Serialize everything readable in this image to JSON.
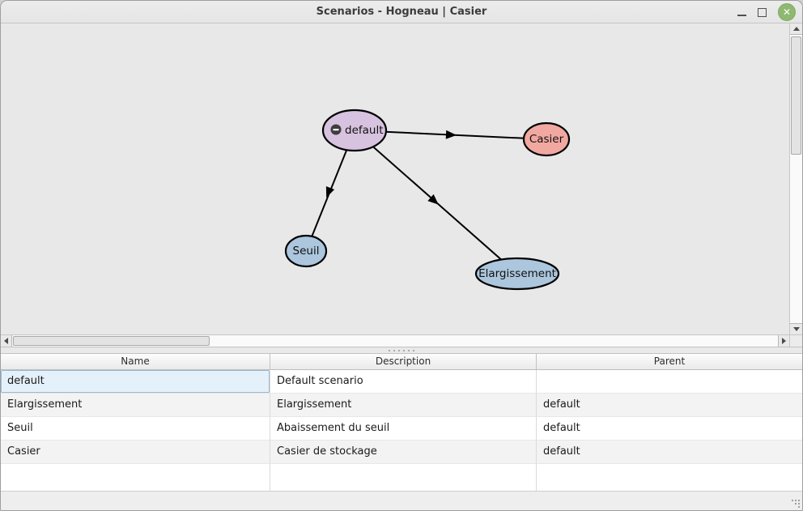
{
  "window": {
    "title": "Scenarios - Hogneau | Casier",
    "controls": {
      "minimize": "minimize",
      "maximize": "maximize",
      "close": "close"
    },
    "close_glyph": "✕",
    "close_color": "#8fb871"
  },
  "icons": {
    "minimize": "underscore-bar",
    "maximize": "square-outline",
    "close": "white-x-in-green-circle",
    "node_collapse": "minus-in-dark-circle",
    "scroll_up": "triangle-up",
    "scroll_down": "triangle-down",
    "scroll_left": "triangle-left",
    "scroll_right": "triangle-right",
    "splitter_grip": "six-dots-horizontal",
    "resize_grip": "diagonal-dots"
  },
  "graph": {
    "background": "#e8e8e8",
    "edge_color": "#000000",
    "nodes": [
      {
        "id": "default",
        "label": "default",
        "color": "#d7c2df",
        "has_collapse_icon": true
      },
      {
        "id": "casier",
        "label": "Casier",
        "color": "#f1a8a0",
        "has_collapse_icon": false
      },
      {
        "id": "seuil",
        "label": "Seuil",
        "color": "#abc6dd",
        "has_collapse_icon": false
      },
      {
        "id": "elargissement",
        "label": "Elargissement",
        "color": "#abc6dd",
        "has_collapse_icon": false
      }
    ],
    "edges": [
      {
        "from": "default",
        "to": "casier"
      },
      {
        "from": "default",
        "to": "seuil"
      },
      {
        "from": "default",
        "to": "elargissement"
      }
    ]
  },
  "table": {
    "columns": [
      "Name",
      "Description",
      "Parent"
    ],
    "rows": [
      {
        "name": "default",
        "description": "Default scenario",
        "parent": ""
      },
      {
        "name": "Elargissement",
        "description": "Elargissement",
        "parent": "default"
      },
      {
        "name": "Seuil",
        "description": "Abaissement du seuil",
        "parent": "default"
      },
      {
        "name": "Casier",
        "description": "Casier de stockage",
        "parent": "default"
      }
    ],
    "selected_row": "default",
    "selection_color": "#e5f1fa"
  }
}
